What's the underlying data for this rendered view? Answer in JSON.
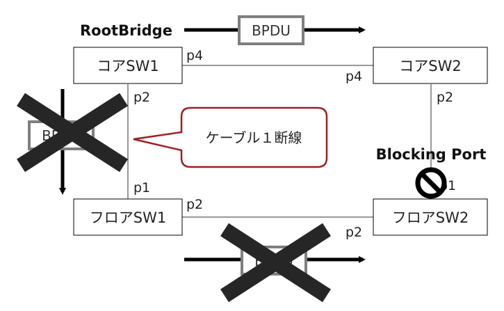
{
  "root_bridge_label": "RootBridge",
  "bpdu_label": "BPDU",
  "switches": {
    "core1": "コアSW1",
    "core2": "コアSW2",
    "floor1": "フロアSW1",
    "floor2": "フロアSW2"
  },
  "ports": {
    "core1_right": "p4",
    "core2_left": "p4",
    "core1_bottom": "p2",
    "core2_bottom": "p2",
    "floor1_top": "p1",
    "floor2_top": "p1",
    "floor1_right": "p2",
    "floor2_left": "p2"
  },
  "callout_text": "ケーブル１断線",
  "blocking_port_label": "Blocking Port",
  "colors": {
    "line": "#333333",
    "box_border": "#000000",
    "bpdu_border": "#7f7f7f",
    "callout_border": "#a01e22",
    "cross": "#262626"
  }
}
